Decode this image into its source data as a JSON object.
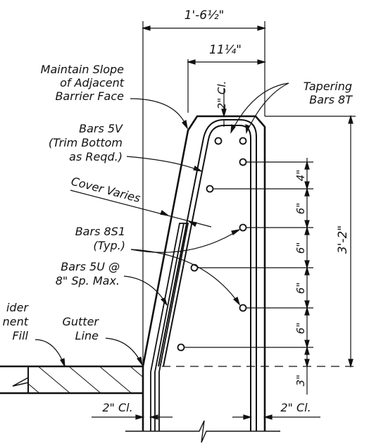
{
  "dimensions": {
    "overall_width": "1'-6½\"",
    "top_width": "11¼\"",
    "top_cover": "2\" Cl.",
    "overall_height": "3'-2\"",
    "spacings": [
      "4\"",
      "6\"",
      "6\"",
      "6\"",
      "6\"",
      "3\""
    ],
    "bottom_cover_left": "2\" Cl.",
    "bottom_cover_right": "2\" Cl."
  },
  "notes": {
    "maintain_slope": [
      "Maintain Slope",
      "of Adjacent",
      "Barrier Face"
    ],
    "tapering_bars": [
      "Tapering",
      "Bars 8T"
    ],
    "bars_5v": [
      "Bars 5V",
      "(Trim Bottom",
      "as Reqd.)"
    ],
    "cover_varies": "Cover Varies",
    "bars_8s1": [
      "Bars 8S1",
      "(Typ.)"
    ],
    "bars_5u": [
      "Bars 5U @",
      "8\" Sp. Max."
    ],
    "shoulder_pavement": [
      "ider",
      "nent",
      "Fill"
    ],
    "gutter_line": [
      "Gutter",
      "Line"
    ]
  }
}
